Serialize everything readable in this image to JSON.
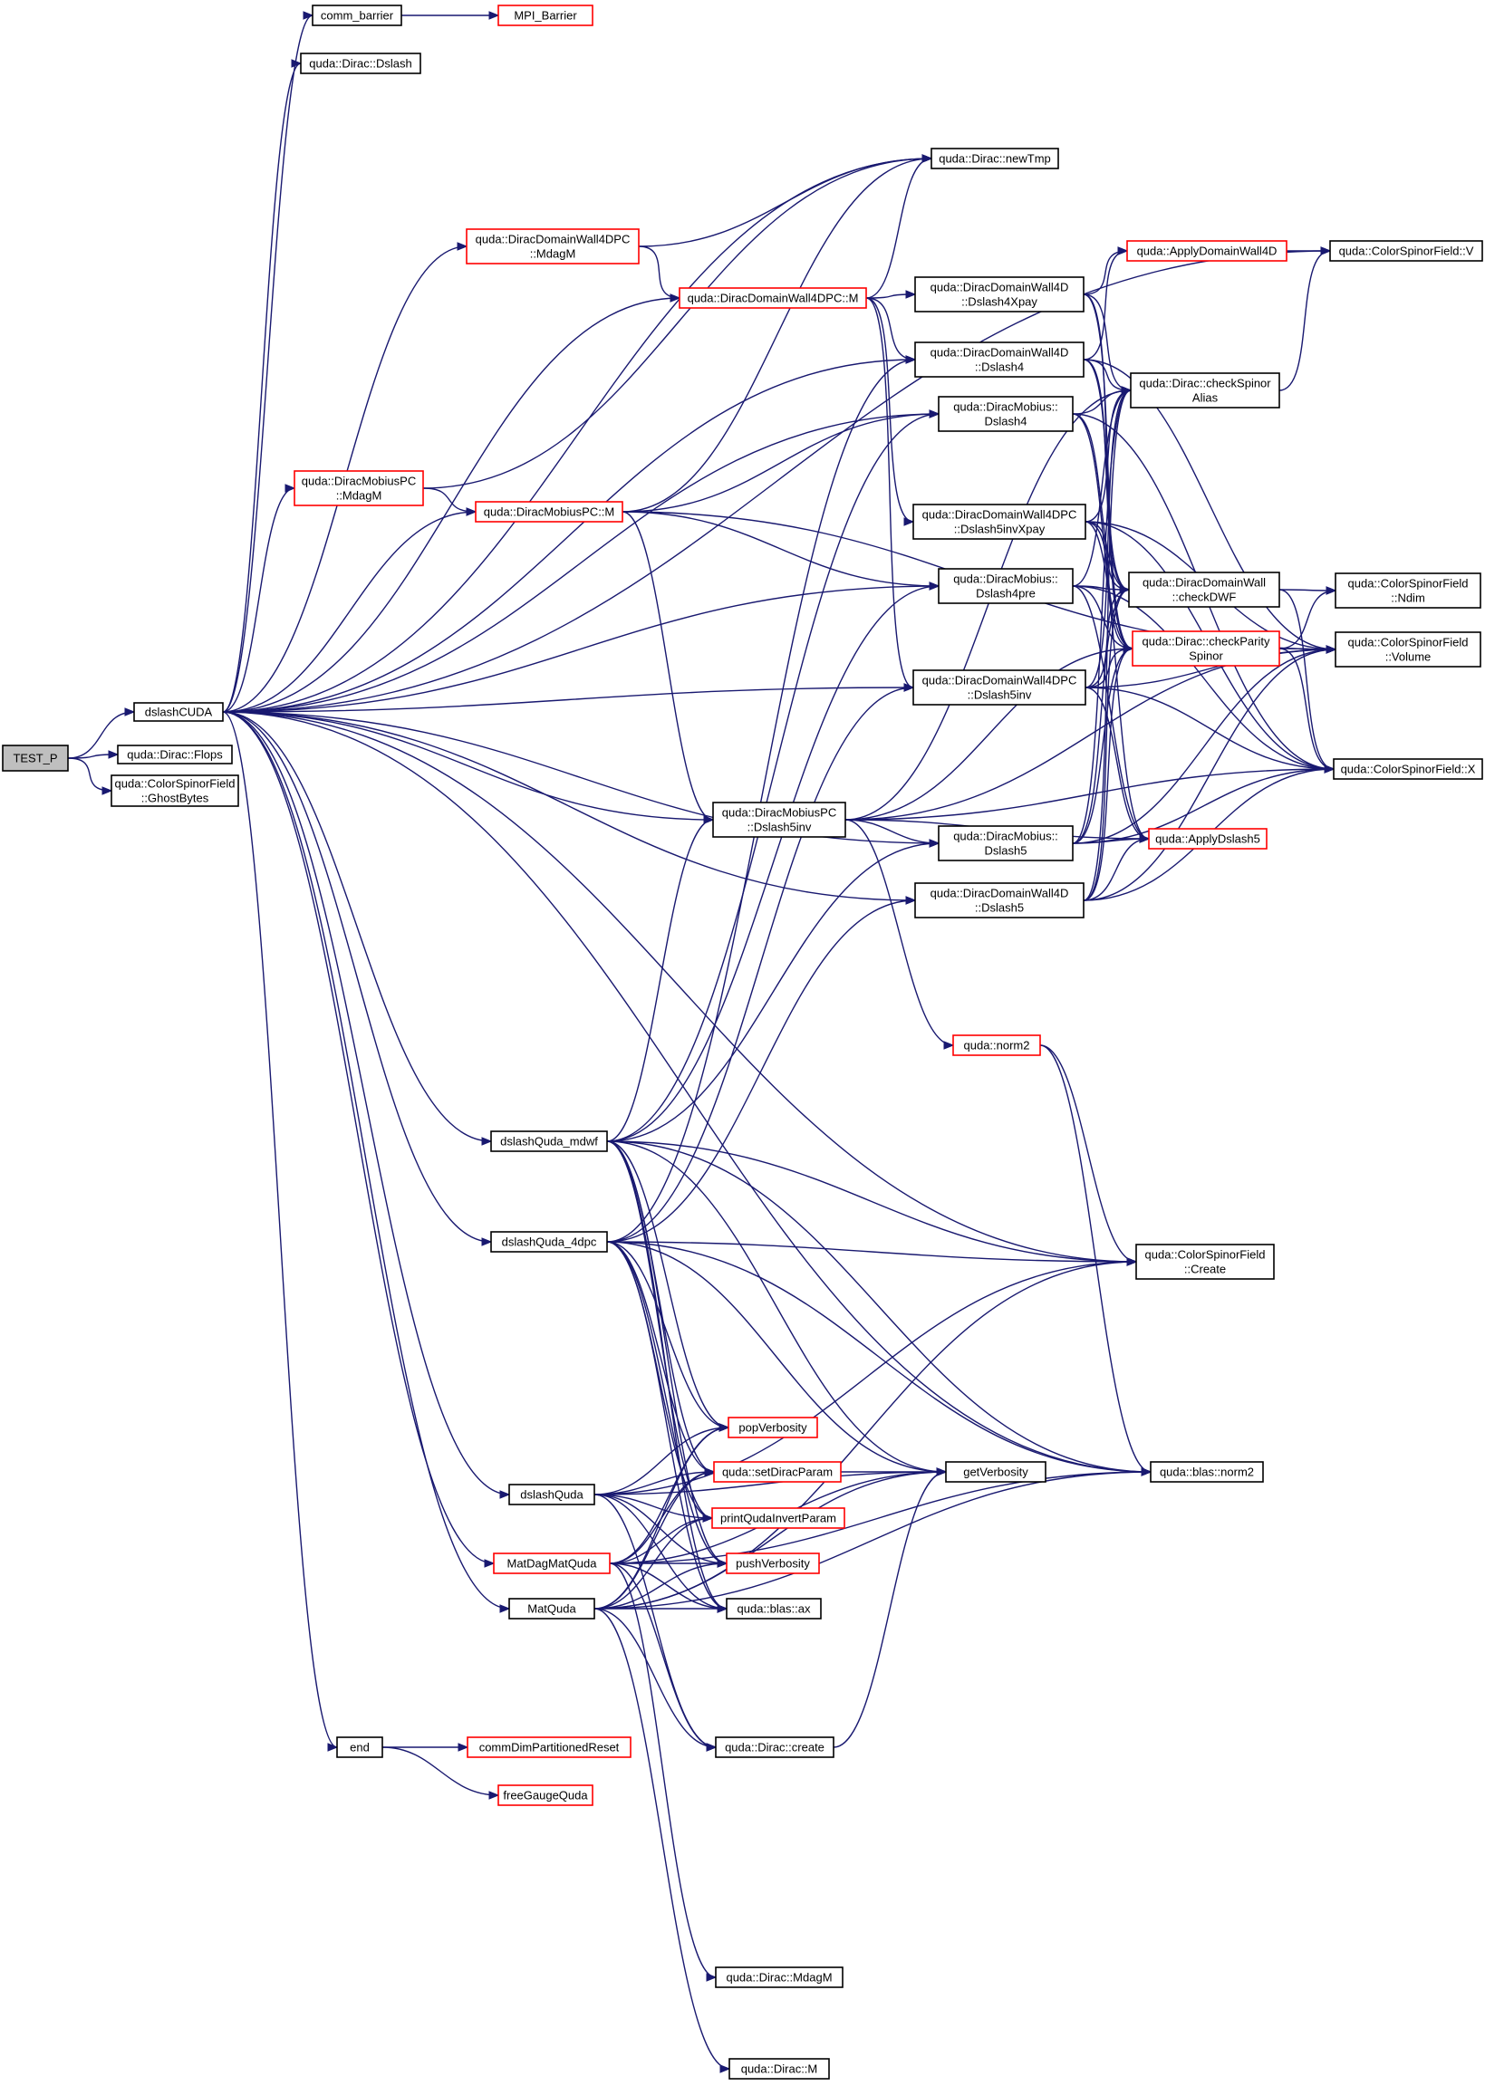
{
  "colors": {
    "edge": "#191970",
    "node_border_default": "#000000",
    "node_border_truncated": "#ff0000",
    "node_fill_default": "#ffffff",
    "node_fill_root": "#bfbfbf"
  },
  "nodes": [
    {
      "id": "test_p",
      "lines": [
        "TEST_P"
      ],
      "style": "root"
    },
    {
      "id": "dslashcuda",
      "lines": [
        "dslashCUDA"
      ],
      "style": "normal"
    },
    {
      "id": "dirac_flops",
      "lines": [
        "quda::Dirac::Flops"
      ],
      "style": "normal"
    },
    {
      "id": "csf_ghostbytes",
      "lines": [
        "quda::ColorSpinorField",
        "::GhostBytes"
      ],
      "style": "normal"
    },
    {
      "id": "comm_barrier",
      "lines": [
        "comm_barrier"
      ],
      "style": "normal"
    },
    {
      "id": "mpi_barrier",
      "lines": [
        "MPI_Barrier"
      ],
      "style": "truncated"
    },
    {
      "id": "dirac_dslash",
      "lines": [
        "quda::Dirac::Dslash"
      ],
      "style": "normal"
    },
    {
      "id": "dirac_newtmp",
      "lines": [
        "quda::Dirac::newTmp"
      ],
      "style": "normal"
    },
    {
      "id": "dw4dpc_mdagm",
      "lines": [
        "quda::DiracDomainWall4DPC",
        "::MdagM"
      ],
      "style": "truncated"
    },
    {
      "id": "dw4dpc_m",
      "lines": [
        "quda::DiracDomainWall4DPC::M"
      ],
      "style": "truncated"
    },
    {
      "id": "dw4d_dslash4xpay",
      "lines": [
        "quda::DiracDomainWall4D",
        "::Dslash4Xpay"
      ],
      "style": "normal"
    },
    {
      "id": "applydw4d",
      "lines": [
        "quda::ApplyDomainWall4D"
      ],
      "style": "truncated"
    },
    {
      "id": "csf_v",
      "lines": [
        "quda::ColorSpinorField::V"
      ],
      "style": "normal"
    },
    {
      "id": "dw4d_dslash4",
      "lines": [
        "quda::DiracDomainWall4D",
        "::Dslash4"
      ],
      "style": "normal"
    },
    {
      "id": "dirac_checkspinoralias",
      "lines": [
        "quda::Dirac::checkSpinor",
        "Alias"
      ],
      "style": "normal"
    },
    {
      "id": "mobius_dslash4",
      "lines": [
        "quda::DiracMobius::",
        "Dslash4"
      ],
      "style": "normal"
    },
    {
      "id": "mobiuspc_mdagm",
      "lines": [
        "quda::DiracMobiusPC",
        "::MdagM"
      ],
      "style": "truncated"
    },
    {
      "id": "mobiuspc_m",
      "lines": [
        "quda::DiracMobiusPC::M"
      ],
      "style": "truncated"
    },
    {
      "id": "dw4dpc_dslash5invxpay",
      "lines": [
        "quda::DiracDomainWall4DPC",
        "::Dslash5invXpay"
      ],
      "style": "normal"
    },
    {
      "id": "mobius_dslash4pre",
      "lines": [
        "quda::DiracMobius::",
        "Dslash4pre"
      ],
      "style": "normal"
    },
    {
      "id": "dw_checkdwf",
      "lines": [
        "quda::DiracDomainWall",
        "::checkDWF"
      ],
      "style": "normal"
    },
    {
      "id": "csf_ndim",
      "lines": [
        "quda::ColorSpinorField",
        "::Ndim"
      ],
      "style": "normal"
    },
    {
      "id": "dirac_checkparityspinor",
      "lines": [
        "quda::Dirac::checkParity",
        "Spinor"
      ],
      "style": "truncated"
    },
    {
      "id": "csf_volume",
      "lines": [
        "quda::ColorSpinorField",
        "::Volume"
      ],
      "style": "normal"
    },
    {
      "id": "dw4dpc_dslash5inv",
      "lines": [
        "quda::DiracDomainWall4DPC",
        "::Dslash5inv"
      ],
      "style": "normal"
    },
    {
      "id": "csf_x",
      "lines": [
        "quda::ColorSpinorField::X"
      ],
      "style": "normal"
    },
    {
      "id": "mobiuspc_dslash5inv",
      "lines": [
        "quda::DiracMobiusPC",
        "::Dslash5inv"
      ],
      "style": "normal"
    },
    {
      "id": "mobius_dslash5",
      "lines": [
        "quda::DiracMobius::",
        "Dslash5"
      ],
      "style": "normal"
    },
    {
      "id": "applydslash5",
      "lines": [
        "quda::ApplyDslash5"
      ],
      "style": "truncated"
    },
    {
      "id": "dw4d_dslash5",
      "lines": [
        "quda::DiracDomainWall4D",
        "::Dslash5"
      ],
      "style": "normal"
    },
    {
      "id": "quda_norm2",
      "lines": [
        "quda::norm2"
      ],
      "style": "truncated"
    },
    {
      "id": "dslashquda_mdwf",
      "lines": [
        "dslashQuda_mdwf"
      ],
      "style": "normal"
    },
    {
      "id": "csf_create",
      "lines": [
        "quda::ColorSpinorField",
        "::Create"
      ],
      "style": "normal"
    },
    {
      "id": "dslashquda_4dpc",
      "lines": [
        "dslashQuda_4dpc"
      ],
      "style": "normal"
    },
    {
      "id": "popverbosity",
      "lines": [
        "popVerbosity"
      ],
      "style": "truncated"
    },
    {
      "id": "setdiracparam",
      "lines": [
        "quda::setDiracParam"
      ],
      "style": "truncated"
    },
    {
      "id": "getverbosity",
      "lines": [
        "getVerbosity"
      ],
      "style": "normal"
    },
    {
      "id": "blas_norm2",
      "lines": [
        "quda::blas::norm2"
      ],
      "style": "normal"
    },
    {
      "id": "dslashquda",
      "lines": [
        "dslashQuda"
      ],
      "style": "normal"
    },
    {
      "id": "printquadainvertparam",
      "lines": [
        "printQudaInvertParam"
      ],
      "style": "truncated"
    },
    {
      "id": "matdagmatquda",
      "lines": [
        "MatDagMatQuda"
      ],
      "style": "truncated"
    },
    {
      "id": "pushverbosity",
      "lines": [
        "pushVerbosity"
      ],
      "style": "truncated"
    },
    {
      "id": "matquda",
      "lines": [
        "MatQuda"
      ],
      "style": "normal"
    },
    {
      "id": "blas_ax",
      "lines": [
        "quda::blas::ax"
      ],
      "style": "normal"
    },
    {
      "id": "dirac_create",
      "lines": [
        "quda::Dirac::create"
      ],
      "style": "normal"
    },
    {
      "id": "end",
      "lines": [
        "end"
      ],
      "style": "normal"
    },
    {
      "id": "commdimpartitionedreset",
      "lines": [
        "commDimPartitionedReset"
      ],
      "style": "truncated"
    },
    {
      "id": "freegaugequda",
      "lines": [
        "freeGaugeQuda"
      ],
      "style": "truncated"
    },
    {
      "id": "dirac_mdagm",
      "lines": [
        "quda::Dirac::MdagM"
      ],
      "style": "normal"
    },
    {
      "id": "dirac_m",
      "lines": [
        "quda::Dirac::M"
      ],
      "style": "normal"
    }
  ],
  "edges": [
    [
      "test_p",
      "dslashcuda"
    ],
    [
      "test_p",
      "dirac_flops"
    ],
    [
      "test_p",
      "csf_ghostbytes"
    ],
    [
      "dslashcuda",
      "comm_barrier"
    ],
    [
      "dslashcuda",
      "dirac_dslash"
    ],
    [
      "dslashcuda",
      "csf_v"
    ],
    [
      "dslashcuda",
      "dw4dpc_mdagm"
    ],
    [
      "dslashcuda",
      "dw4dpc_m"
    ],
    [
      "dslashcuda",
      "dw4d_dslash4"
    ],
    [
      "dslashcuda",
      "mobius_dslash4"
    ],
    [
      "dslashcuda",
      "mobiuspc_mdagm"
    ],
    [
      "dslashcuda",
      "mobiuspc_m"
    ],
    [
      "dslashcuda",
      "mobius_dslash4pre"
    ],
    [
      "dslashcuda",
      "dw4dpc_dslash5inv"
    ],
    [
      "dslashcuda",
      "mobiuspc_dslash5inv"
    ],
    [
      "dslashcuda",
      "mobius_dslash5"
    ],
    [
      "dslashcuda",
      "dw4d_dslash5"
    ],
    [
      "dslashcuda",
      "dirac_newtmp"
    ],
    [
      "dslashcuda",
      "dslashquda_mdwf"
    ],
    [
      "dslashcuda",
      "dslashquda_4dpc"
    ],
    [
      "dslashcuda",
      "dslashquda"
    ],
    [
      "dslashcuda",
      "matdagmatquda"
    ],
    [
      "dslashcuda",
      "matquda"
    ],
    [
      "dslashcuda",
      "end"
    ],
    [
      "dslashcuda",
      "csf_create"
    ],
    [
      "dslashcuda",
      "blas_norm2"
    ],
    [
      "comm_barrier",
      "mpi_barrier"
    ],
    [
      "dw4dpc_mdagm",
      "dirac_newtmp"
    ],
    [
      "dw4dpc_mdagm",
      "dw4dpc_m"
    ],
    [
      "dw4dpc_m",
      "dirac_newtmp"
    ],
    [
      "dw4dpc_m",
      "dw4d_dslash4xpay"
    ],
    [
      "dw4dpc_m",
      "dw4d_dslash4"
    ],
    [
      "dw4dpc_m",
      "dw4dpc_dslash5invxpay"
    ],
    [
      "dw4dpc_m",
      "dw4dpc_dslash5inv"
    ],
    [
      "dw4d_dslash4xpay",
      "applydw4d"
    ],
    [
      "dw4d_dslash4xpay",
      "dirac_checkspinoralias"
    ],
    [
      "dw4d_dslash4xpay",
      "dw_checkdwf"
    ],
    [
      "dw4d_dslash4xpay",
      "dirac_checkparityspinor"
    ],
    [
      "dw4d_dslash4",
      "applydw4d"
    ],
    [
      "dw4d_dslash4",
      "dirac_checkspinoralias"
    ],
    [
      "dw4d_dslash4",
      "dw_checkdwf"
    ],
    [
      "dw4d_dslash4",
      "dirac_checkparityspinor"
    ],
    [
      "dw4d_dslash4",
      "csf_volume"
    ],
    [
      "mobius_dslash4",
      "dirac_checkspinoralias"
    ],
    [
      "mobius_dslash4",
      "dw_checkdwf"
    ],
    [
      "mobius_dslash4",
      "dirac_checkparityspinor"
    ],
    [
      "mobius_dslash4",
      "csf_x"
    ],
    [
      "mobiuspc_mdagm",
      "dirac_newtmp"
    ],
    [
      "mobiuspc_mdagm",
      "mobiuspc_m"
    ],
    [
      "mobiuspc_m",
      "dirac_newtmp"
    ],
    [
      "mobiuspc_m",
      "mobius_dslash4"
    ],
    [
      "mobiuspc_m",
      "mobius_dslash4pre"
    ],
    [
      "mobiuspc_m",
      "mobiuspc_dslash5inv"
    ],
    [
      "mobiuspc_m",
      "csf_volume"
    ],
    [
      "dw4dpc_dslash5invxpay",
      "dirac_checkspinoralias"
    ],
    [
      "dw4dpc_dslash5invxpay",
      "dw_checkdwf"
    ],
    [
      "dw4dpc_dslash5invxpay",
      "dirac_checkparityspinor"
    ],
    [
      "dw4dpc_dslash5invxpay",
      "csf_volume"
    ],
    [
      "dw4dpc_dslash5invxpay",
      "csf_x"
    ],
    [
      "dw4dpc_dslash5invxpay",
      "applydslash5"
    ],
    [
      "mobius_dslash4pre",
      "dirac_checkspinoralias"
    ],
    [
      "mobius_dslash4pre",
      "dw_checkdwf"
    ],
    [
      "mobius_dslash4pre",
      "dirac_checkparityspinor"
    ],
    [
      "mobius_dslash4pre",
      "applydslash5"
    ],
    [
      "mobius_dslash4pre",
      "csf_x"
    ],
    [
      "applydw4d",
      "csf_v"
    ],
    [
      "dirac_checkspinoralias",
      "csf_v"
    ],
    [
      "dw_checkdwf",
      "csf_ndim"
    ],
    [
      "dw_checkdwf",
      "csf_x"
    ],
    [
      "dirac_checkparityspinor",
      "csf_ndim"
    ],
    [
      "dirac_checkparityspinor",
      "csf_volume"
    ],
    [
      "dirac_checkparityspinor",
      "csf_x"
    ],
    [
      "dw4dpc_dslash5inv",
      "dirac_checkspinoralias"
    ],
    [
      "dw4dpc_dslash5inv",
      "dw_checkdwf"
    ],
    [
      "dw4dpc_dslash5inv",
      "dirac_checkparityspinor"
    ],
    [
      "dw4dpc_dslash5inv",
      "csf_volume"
    ],
    [
      "dw4dpc_dslash5inv",
      "applydslash5"
    ],
    [
      "dw4dpc_dslash5inv",
      "csf_x"
    ],
    [
      "mobiuspc_dslash5inv",
      "mobius_dslash5"
    ],
    [
      "mobiuspc_dslash5inv",
      "dirac_checkparityspinor"
    ],
    [
      "mobiuspc_dslash5inv",
      "applydslash5"
    ],
    [
      "mobiuspc_dslash5inv",
      "quda_norm2"
    ],
    [
      "mobiuspc_dslash5inv",
      "csf_volume"
    ],
    [
      "mobiuspc_dslash5inv",
      "csf_x"
    ],
    [
      "mobiuspc_dslash5inv",
      "dirac_checkspinoralias"
    ],
    [
      "mobius_dslash5",
      "applydslash5"
    ],
    [
      "mobius_dslash5",
      "dirac_checkspinoralias"
    ],
    [
      "mobius_dslash5",
      "dw_checkdwf"
    ],
    [
      "mobius_dslash5",
      "dirac_checkparityspinor"
    ],
    [
      "mobius_dslash5",
      "csf_volume"
    ],
    [
      "mobius_dslash5",
      "csf_x"
    ],
    [
      "dw4d_dslash5",
      "applydslash5"
    ],
    [
      "dw4d_dslash5",
      "dirac_checkspinoralias"
    ],
    [
      "dw4d_dslash5",
      "dw_checkdwf"
    ],
    [
      "dw4d_dslash5",
      "dirac_checkparityspinor"
    ],
    [
      "dw4d_dslash5",
      "csf_volume"
    ],
    [
      "dw4d_dslash5",
      "csf_x"
    ],
    [
      "quda_norm2",
      "csf_create"
    ],
    [
      "quda_norm2",
      "blas_norm2"
    ],
    [
      "dslashquda_mdwf",
      "mobiuspc_dslash5inv"
    ],
    [
      "dslashquda_mdwf",
      "mobius_dslash4"
    ],
    [
      "dslashquda_mdwf",
      "mobius_dslash4pre"
    ],
    [
      "dslashquda_mdwf",
      "mobius_dslash5"
    ],
    [
      "dslashquda_mdwf",
      "csf_create"
    ],
    [
      "dslashquda_mdwf",
      "popverbosity"
    ],
    [
      "dslashquda_mdwf",
      "setdiracparam"
    ],
    [
      "dslashquda_mdwf",
      "getverbosity"
    ],
    [
      "dslashquda_mdwf",
      "blas_norm2"
    ],
    [
      "dslashquda_mdwf",
      "printquadainvertparam"
    ],
    [
      "dslashquda_mdwf",
      "pushverbosity"
    ],
    [
      "dslashquda_mdwf",
      "blas_ax"
    ],
    [
      "dslashquda_4dpc",
      "dw4d_dslash4"
    ],
    [
      "dslashquda_4dpc",
      "dw4dpc_dslash5inv"
    ],
    [
      "dslashquda_4dpc",
      "dw4d_dslash5"
    ],
    [
      "dslashquda_4dpc",
      "csf_create"
    ],
    [
      "dslashquda_4dpc",
      "popverbosity"
    ],
    [
      "dslashquda_4dpc",
      "setdiracparam"
    ],
    [
      "dslashquda_4dpc",
      "getverbosity"
    ],
    [
      "dslashquda_4dpc",
      "blas_norm2"
    ],
    [
      "dslashquda_4dpc",
      "printquadainvertparam"
    ],
    [
      "dslashquda_4dpc",
      "pushverbosity"
    ],
    [
      "dslashquda_4dpc",
      "blas_ax"
    ],
    [
      "dslashquda",
      "csf_create"
    ],
    [
      "dslashquda",
      "popverbosity"
    ],
    [
      "dslashquda",
      "setdiracparam"
    ],
    [
      "dslashquda",
      "getverbosity"
    ],
    [
      "dslashquda",
      "printquadainvertparam"
    ],
    [
      "dslashquda",
      "pushverbosity"
    ],
    [
      "dslashquda",
      "blas_ax"
    ],
    [
      "dslashquda",
      "dirac_create"
    ],
    [
      "matdagmatquda",
      "popverbosity"
    ],
    [
      "matdagmatquda",
      "setdiracparam"
    ],
    [
      "matdagmatquda",
      "getverbosity"
    ],
    [
      "matdagmatquda",
      "printquadainvertparam"
    ],
    [
      "matdagmatquda",
      "pushverbosity"
    ],
    [
      "matdagmatquda",
      "blas_ax"
    ],
    [
      "matdagmatquda",
      "dirac_create"
    ],
    [
      "matdagmatquda",
      "blas_norm2"
    ],
    [
      "matdagmatquda",
      "dirac_mdagm"
    ],
    [
      "matquda",
      "popverbosity"
    ],
    [
      "matquda",
      "setdiracparam"
    ],
    [
      "matquda",
      "getverbosity"
    ],
    [
      "matquda",
      "printquadainvertparam"
    ],
    [
      "matquda",
      "pushverbosity"
    ],
    [
      "matquda",
      "blas_ax"
    ],
    [
      "matquda",
      "dirac_create"
    ],
    [
      "matquda",
      "blas_norm2"
    ],
    [
      "matquda",
      "dirac_m"
    ],
    [
      "matquda",
      "csf_create"
    ],
    [
      "setdiracparam",
      "getverbosity"
    ],
    [
      "dirac_create",
      "getverbosity"
    ],
    [
      "end",
      "commdimpartitionedreset"
    ],
    [
      "end",
      "freegaugequda"
    ]
  ]
}
